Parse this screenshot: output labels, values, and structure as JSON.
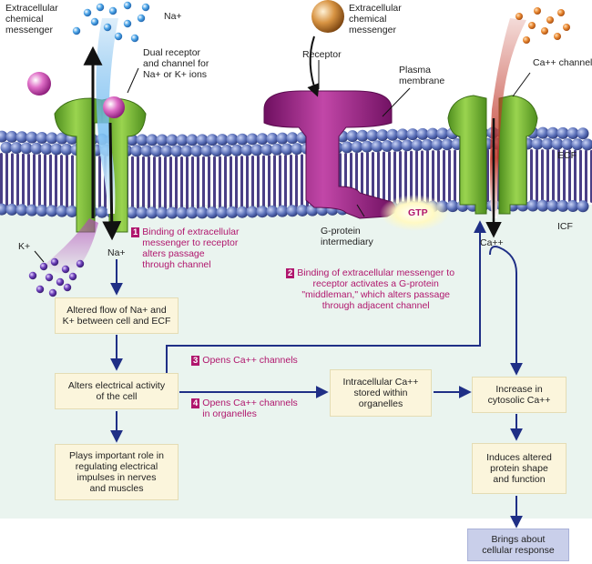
{
  "membrane": {
    "ecf_label": "ECF",
    "icf_label": "ICF",
    "plasma_membrane_label": "Plasma\nmembrane"
  },
  "labels": {
    "extracellular_messenger_left": "Extracellular\nchemical\nmessenger",
    "na_ion_top": "Na+",
    "dual_receptor": "Dual receptor\nand channel for\nNa+ or K+ ions",
    "extracellular_messenger_top": "Extracellular\nchemical\nmessenger",
    "receptor": "Receptor",
    "ca_channel": "Ca++ channel",
    "gtp": "GTP",
    "g_protein": "G-protein\nintermediary",
    "k_ion": "K+",
    "na_ion_inside": "Na+",
    "ca_ion_inside": "Ca++"
  },
  "steps": {
    "step1_num": "1",
    "step1_text": "Binding of extracellular\nmessenger to receptor\nalters passage\nthrough channel",
    "step2_num": "2",
    "step2_text": "Binding of extracellular messenger to\nreceptor activates a G-protein\n\"middleman,\" which alters passage\nthrough adjacent channel",
    "step3_num": "3",
    "step3_text": "Opens Ca++ channels",
    "step4_num": "4",
    "step4_text": "Opens Ca++ channels\nin organelles"
  },
  "boxes": {
    "altered_flow": "Altered flow of Na+ and\nK+ between cell and ECF",
    "alters_electrical": "Alters electrical activity\nof the cell",
    "plays_role": "Plays important role in\nregulating electrical\nimpulses in nerves\nand muscles",
    "intracellular_ca": "Intracellular Ca++\nstored within\norganelles",
    "increase_ca": "Increase in\ncytosolic Ca++",
    "induces_protein": "Induces altered\nprotein shape\nand function",
    "cellular_response": "Brings about\ncellular response"
  },
  "colors": {
    "membrane_head": "#5a6fb8",
    "membrane_tail": "#4a3f86",
    "channel": "#7cbf3a",
    "receptor": "#a0208a",
    "arrow": "#1f2f86",
    "step_text": "#b0166d",
    "box": "#fbf5dc",
    "final_box": "#c9cfea",
    "icf_bg": "#eaf4ef"
  }
}
